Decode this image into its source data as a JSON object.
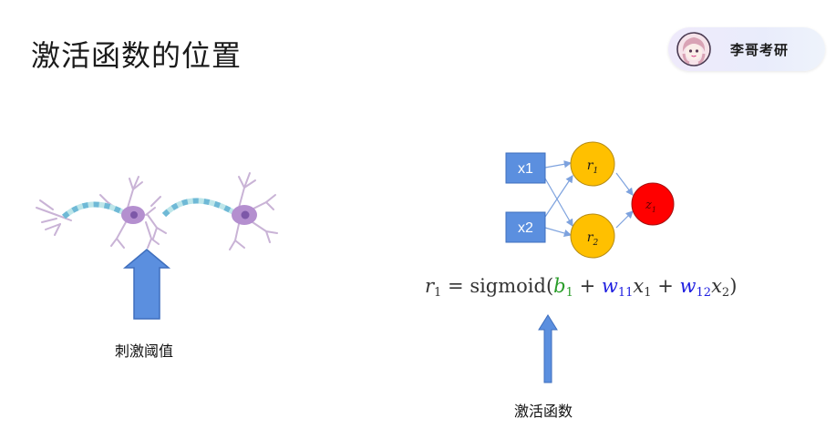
{
  "slide": {
    "title": "激活函数的位置"
  },
  "badge": {
    "name": "李哥考研",
    "avatar_icon": "anime-girl-avatar-icon"
  },
  "left_panel": {
    "neuron_icon": "neuron-chain-illustration",
    "arrow_caption": "刺激阈值"
  },
  "network": {
    "inputs": [
      {
        "label": "x1"
      },
      {
        "label": "x2"
      }
    ],
    "hidden": [
      {
        "var": "r",
        "sub": "1"
      },
      {
        "var": "r",
        "sub": "2"
      }
    ],
    "output": {
      "var": "z",
      "sub": "1"
    },
    "colors": {
      "input_box": "#5b8fdf",
      "hidden_node": "#ffc000",
      "output_node": "#ff0000",
      "edge": "#7da2de"
    }
  },
  "formula": {
    "lhs_var": "r",
    "lhs_sub": "1",
    "equals": "=",
    "func": "sigmoid",
    "open": "(",
    "b_var": "b",
    "b_sub": "1",
    "plus1": "+",
    "w1_var": "w",
    "w1_sub": "11",
    "x1_var": "x",
    "x1_sub": "1",
    "plus2": "+",
    "w2_var": "w",
    "w2_sub": "12",
    "x2_var": "x",
    "x2_sub": "2",
    "close": ")",
    "colors": {
      "bias": "#2a9d2a",
      "weight": "#1f1fe0"
    }
  },
  "right_panel": {
    "arrow_caption": "激活函数"
  }
}
